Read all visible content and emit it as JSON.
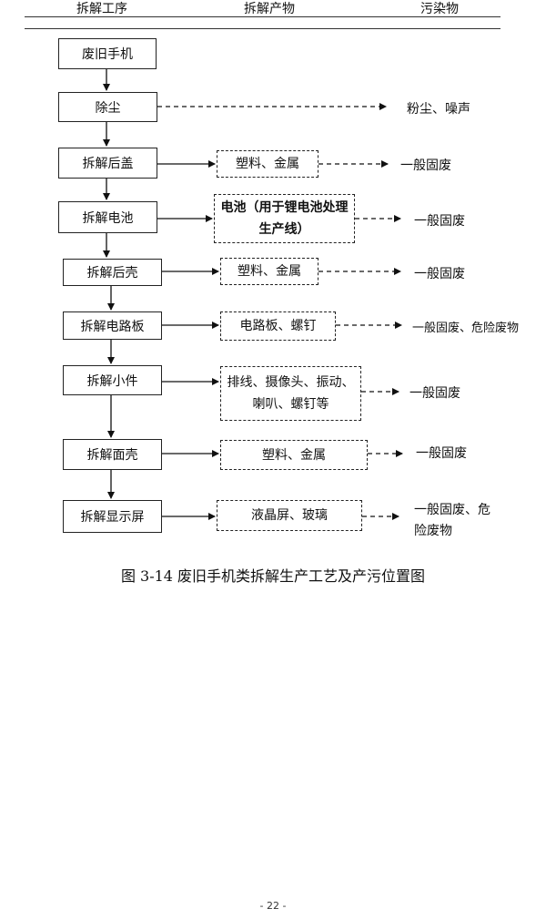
{
  "header": {
    "col_process": "拆解工序",
    "col_product": "拆解产物",
    "col_pollutant": "污染物"
  },
  "steps": [
    {
      "label": "废旧手机"
    },
    {
      "label": "除尘"
    },
    {
      "label": "拆解后盖"
    },
    {
      "label": "拆解电池"
    },
    {
      "label": "拆解后壳"
    },
    {
      "label": "拆解电路板"
    },
    {
      "label": "拆解小件"
    },
    {
      "label": "拆解面壳"
    },
    {
      "label": "拆解显示屏"
    }
  ],
  "products": [
    {
      "text": "塑料、金属"
    },
    {
      "text": "电池（用于锂电池处理生产线）"
    },
    {
      "text": "塑料、金属"
    },
    {
      "text": "电路板、螺钉"
    },
    {
      "text": "排线、摄像头、振动、喇叭、螺钉等"
    },
    {
      "text": "塑料、金属"
    },
    {
      "text": "液晶屏、玻璃"
    }
  ],
  "pollutants": [
    {
      "text": "粉尘、噪声"
    },
    {
      "text": "一般固废"
    },
    {
      "text": "一般固废"
    },
    {
      "text": "一般固废"
    },
    {
      "text": "一般固废、危险废物"
    },
    {
      "text": "一般固废"
    },
    {
      "text": "一般固废"
    },
    {
      "text": "一般固废、危险废物"
    }
  ],
  "caption": "图 3-14 废旧手机类拆解生产工艺及产污位置图",
  "page_number": "- 22 -"
}
